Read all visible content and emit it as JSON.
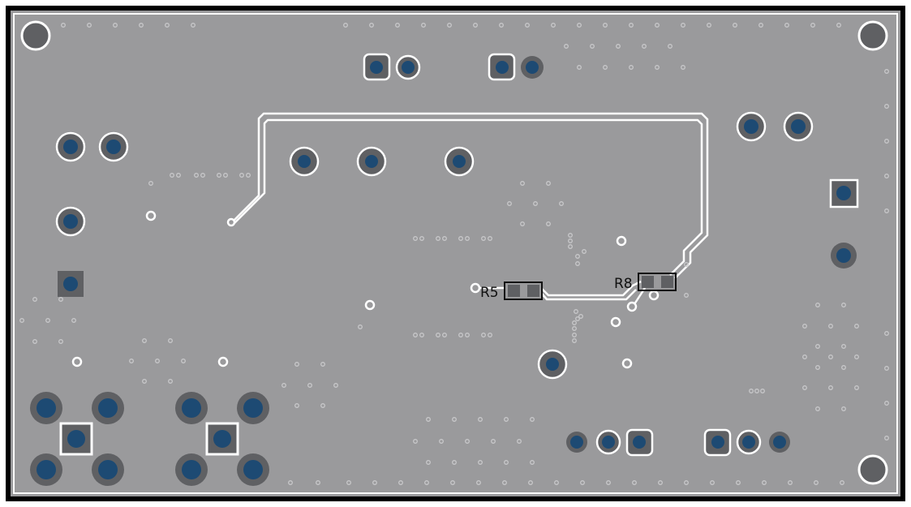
{
  "colors": {
    "board": "#9a9a9c",
    "outline": "#000000",
    "copper": "#ffffff",
    "pad_ring": "#5f6063",
    "pad_center": "#1d4a73",
    "via_ring": "#c8c8ca",
    "silk": "#111111"
  },
  "labels": {
    "r5": "R5",
    "r8": "R8"
  },
  "layers": [
    "board-outline",
    "mounting-holes",
    "tht-pads",
    "vias",
    "copper-traces",
    "smd-pads",
    "silkscreen"
  ]
}
